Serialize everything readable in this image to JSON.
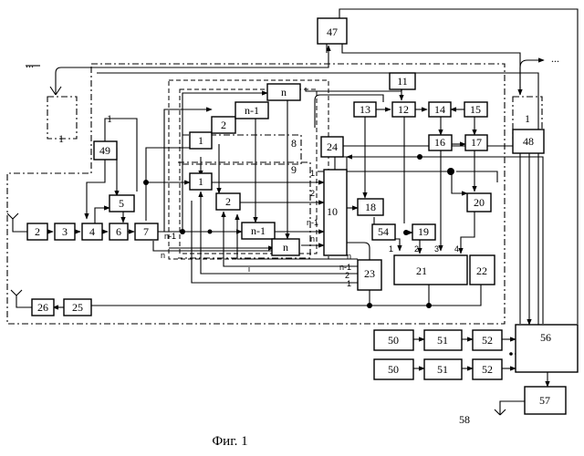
{
  "blocks": {
    "b1_left": "1",
    "b1_left_label": "1",
    "b1_right": "1",
    "b2": "2",
    "b3": "3",
    "b4": "4",
    "b5": "5",
    "b6": "6",
    "b7": "7",
    "b8": "8",
    "b9": "9",
    "b10": "10",
    "b1a": "1",
    "b1b": "1",
    "b2a": "2",
    "b2b": "2",
    "bn1a": "n-1",
    "bn1b": "n-1",
    "bna": "n",
    "bnb": "n",
    "b11": "11",
    "b12": "12",
    "b13": "13",
    "b14": "14",
    "b15": "15",
    "b16": "16",
    "b17": "17",
    "b18": "18",
    "b19": "19",
    "b20": "20",
    "b21": "21",
    "b22": "22",
    "b23": "23",
    "b24": "24",
    "b25": "25",
    "b26": "26",
    "b47": "47",
    "b48": "48",
    "b49": "49",
    "b50a": "50",
    "b50b": "50",
    "b51a": "51",
    "b51b": "51",
    "b52a": "52",
    "b52b": "52",
    "b54": "54",
    "b56": "56",
    "b57": "57",
    "b58": "58"
  },
  "port_labels": {
    "in1": "1",
    "in2": "2",
    "inn1": "n-1",
    "inn": "n",
    "p1": "1",
    "p2": "2",
    "p3": "3",
    "p4": "4",
    "c_n": "n",
    "c_n1": "n-1",
    "c_2": "2",
    "c_1": "1",
    "n1_left": "n-1",
    "n_left": "n",
    "i_mark": "i"
  },
  "dots": [
    "...",
    "..."
  ],
  "caption": "Фиг. 1"
}
